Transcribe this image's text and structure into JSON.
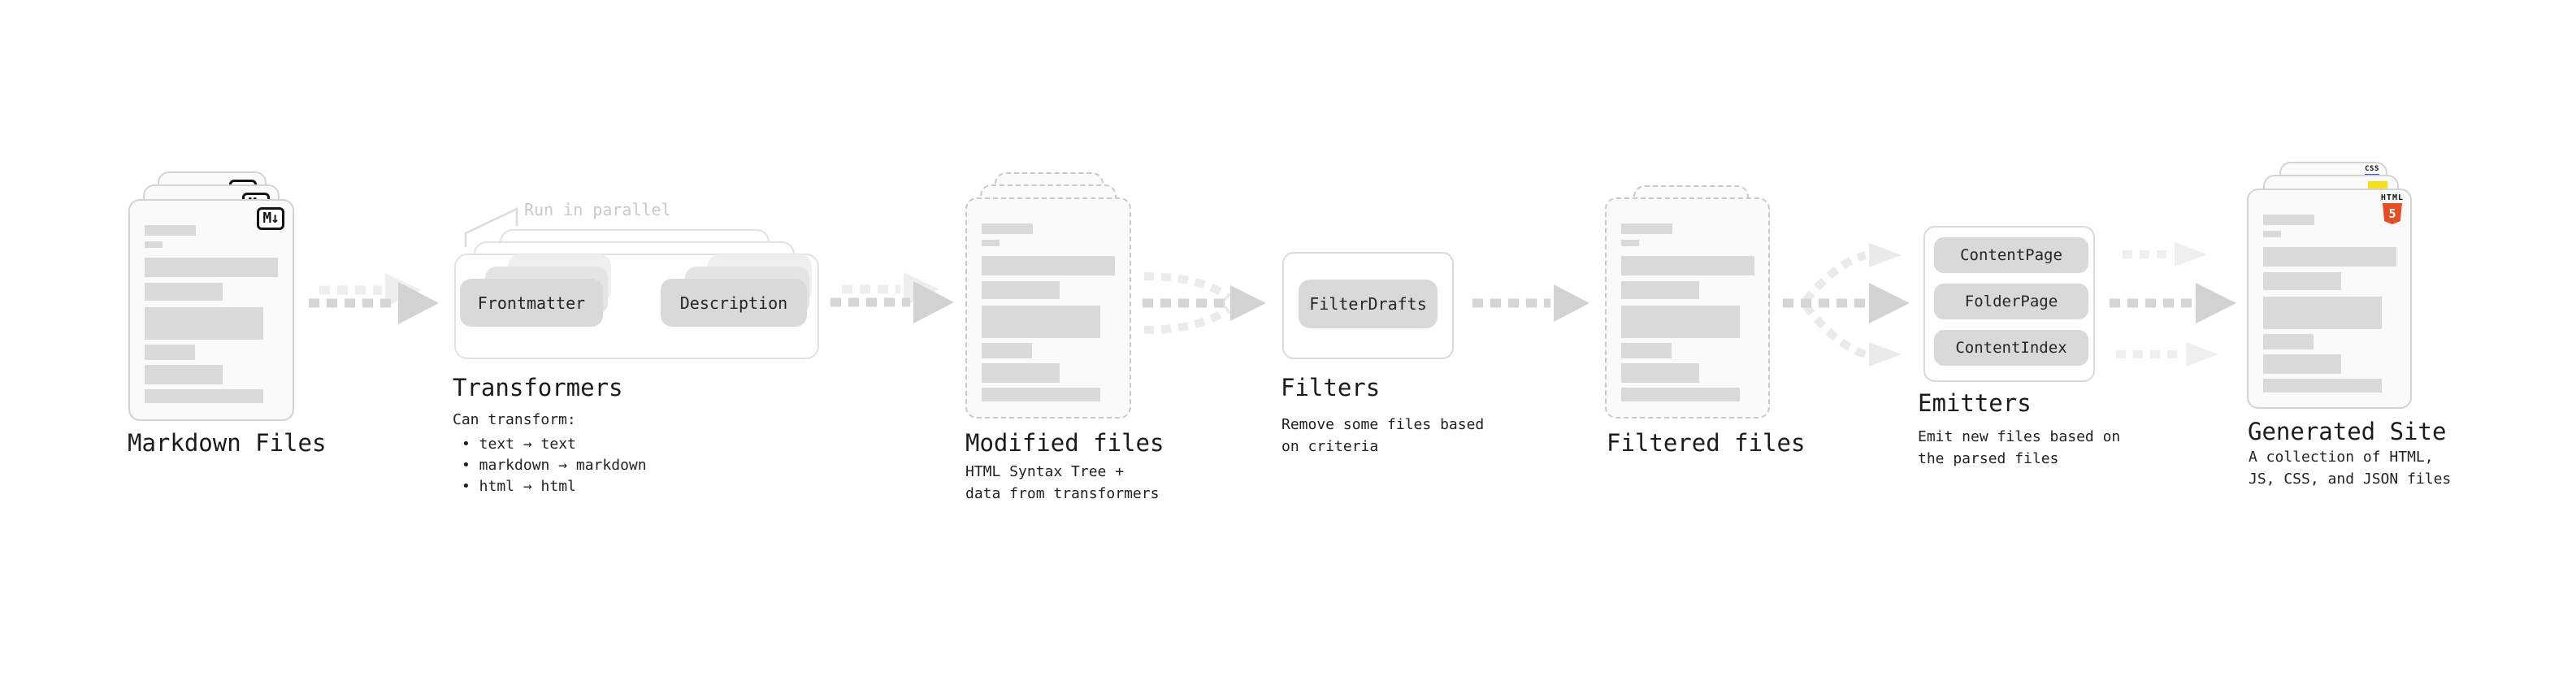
{
  "markdown_files": {
    "title": "Markdown Files",
    "badge": "M↓"
  },
  "transformers": {
    "annotation": "Run in parallel",
    "pill_left": "Frontmatter",
    "pill_right": "Description",
    "title": "Transformers",
    "desc_title": "Can transform:",
    "bullet_1": "• text → text",
    "bullet_2": "• markdown → markdown",
    "bullet_3": "• html → html"
  },
  "modified_files": {
    "title": "Modified files",
    "desc_line1": "HTML Syntax Tree +",
    "desc_line2": "data from transformers"
  },
  "filters": {
    "pill": "FilterDrafts",
    "title": "Filters",
    "desc_line1": "Remove some files based",
    "desc_line2": "on criteria"
  },
  "filtered_files": {
    "title": "Filtered files"
  },
  "emitters": {
    "pill_1": "ContentPage",
    "pill_2": "FolderPage",
    "pill_3": "ContentIndex",
    "title": "Emitters",
    "desc_line1": "Emit new files based on",
    "desc_line2": "the parsed files"
  },
  "generated_site": {
    "title": "Generated Site",
    "desc_line1": "A collection of HTML,",
    "desc_line2": "JS, CSS, and JSON files",
    "badge_css": "CSS",
    "badge_html_label": "HTML",
    "badge_html_number": "5"
  },
  "colors": {
    "html5_orange": "#e44d26",
    "js_yellow": "#f7df1e",
    "css_blue": "#2d53e5",
    "bar_gray": "#d9d9d9",
    "arrow_gray": "#d5d5d5"
  }
}
